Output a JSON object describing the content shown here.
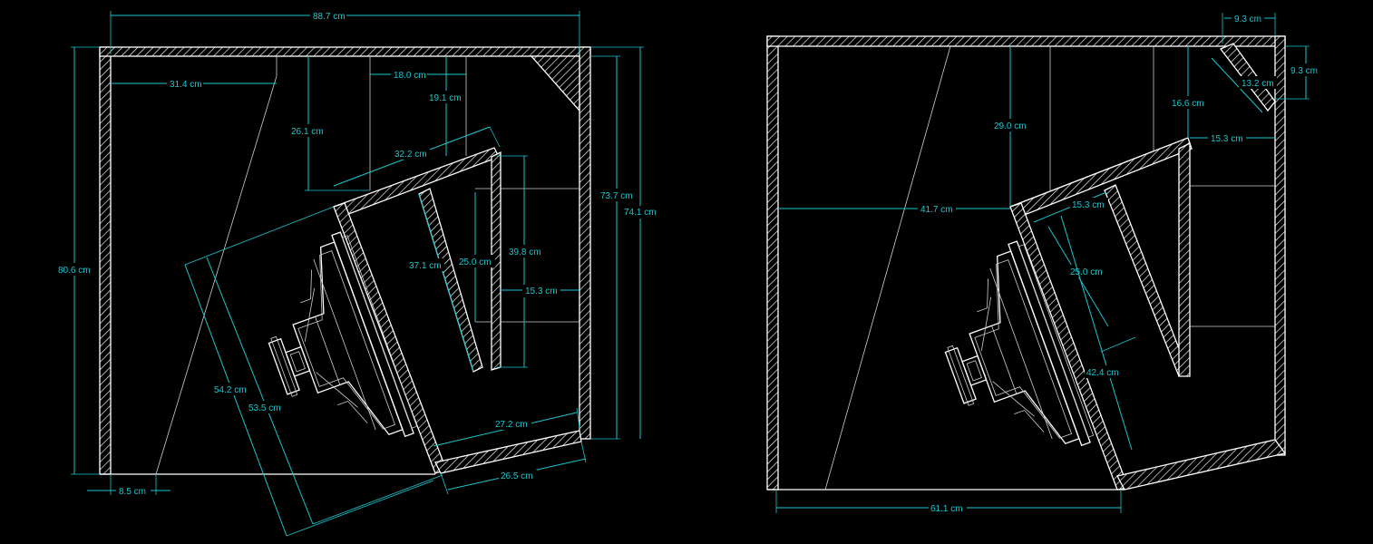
{
  "colors": {
    "background": "#000000",
    "lines": "#ffffff",
    "dimensions": "#19c6cf"
  },
  "left_view": {
    "dims": {
      "overall_width": "88.7 cm",
      "top_offset": "31.4 cm",
      "port_top_width": "18.0 cm",
      "port_top_depth": "19.1 cm",
      "chamber_drop": "26.1 cm",
      "baffle_top_length": "32.2 cm",
      "port_length": "37.1 cm",
      "port_opening": "25.0 cm",
      "port_wall_height": "39.8 cm",
      "port_width": "15.3 cm",
      "inner_height": "73.7 cm",
      "outer_height": "74.1 cm",
      "overall_height": "80.6 cm",
      "baffle_outer": "54.2 cm",
      "baffle_inner": "53.5 cm",
      "bottom_panel_inner": "27.2 cm",
      "bottom_panel_outer": "26.5 cm",
      "front_offset": "8.5 cm"
    }
  },
  "right_view": {
    "dims": {
      "corner_width": "9.3 cm",
      "corner_height": "9.3 cm",
      "corner_diagonal": "13.2 cm",
      "top_drop_right": "16.6 cm",
      "top_drop": "29.0 cm",
      "port_width": "15.3 cm",
      "baffle_offset": "41.7 cm",
      "port_mouth": "15.3 cm",
      "port_opening": "25.0 cm",
      "baffle_length": "42.4 cm",
      "bottom_width": "61.1 cm"
    }
  }
}
